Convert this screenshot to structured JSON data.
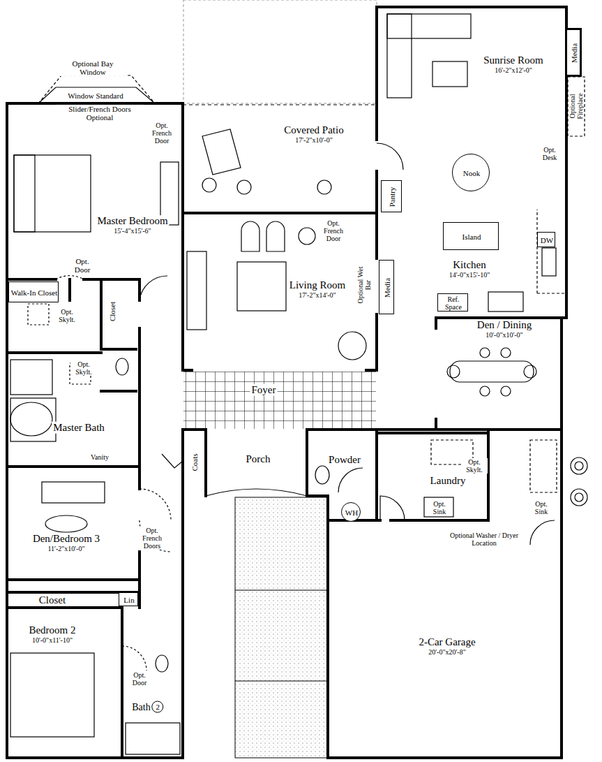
{
  "diagram": {
    "nodes": [
      {
        "text": [
          "Sunrise Room",
          "16'-2\"x12'-0\""
        ]
      },
      {
        "text": [
          "Media"
        ]
      },
      {
        "text": [
          "Covered Patio",
          "17'-2\"x10'-0\""
        ]
      },
      {
        "text": [
          "Master Bedroom",
          "15'-4\"x15'-6\""
        ]
      },
      {
        "text": [
          "Nook"
        ]
      },
      {
        "text": [
          "Pantry"
        ]
      },
      {
        "text": [
          "Island"
        ]
      },
      {
        "text": [
          "DW"
        ]
      },
      {
        "text": [
          "Living Room",
          "17'-2\"x14'-0\""
        ]
      },
      {
        "text": [
          "Kitchen",
          "14'-0\"x15'-10\""
        ]
      },
      {
        "text": [
          "Walk-In Closet"
        ]
      },
      {
        "text": [
          "Closet"
        ]
      },
      {
        "text": [
          "Ref. Space"
        ]
      },
      {
        "text": [
          "Media"
        ]
      },
      {
        "text": [
          "Den / Dining",
          "10'-0\"x10'-0\""
        ]
      },
      {
        "text": [
          "Foyer"
        ]
      },
      {
        "text": [
          "Master Bath"
        ]
      },
      {
        "text": [
          "Coats"
        ]
      },
      {
        "text": [
          "Porch"
        ]
      },
      {
        "text": [
          "Powder"
        ]
      },
      {
        "text": [
          "Laundry"
        ]
      },
      {
        "text": [
          "WH"
        ]
      },
      {
        "text": [
          "Den/Bedroom 3",
          "11'-2\"x10'-0\""
        ]
      },
      {
        "text": [
          "Closet"
        ]
      },
      {
        "text": [
          "Lin"
        ]
      },
      {
        "text": [
          "Bedroom 2",
          "10'-0\"x11'-10\""
        ]
      },
      {
        "text": [
          "Bath",
          "2"
        ]
      },
      {
        "text": [
          "2-Car Garage",
          "20'-0\"x20'-8\""
        ]
      }
    ],
    "labels": [
      "Optional Bay Window",
      "Window Standard",
      "Slider/French Doors Optional",
      "Opt. French Door",
      "Optional Fireplace",
      "Opt. Desk",
      "Opt. French Door",
      "Optional Wet Bar",
      "Opt. Door",
      "Opt. Skylt.",
      "Opt. Skylt.",
      "Vanity",
      "Opt. Skylt.",
      "Opt. Sink",
      "Opt. Sink",
      "Optional Washer / Dryer Location",
      "Opt. French Doors",
      "Opt. Door"
    ]
  }
}
